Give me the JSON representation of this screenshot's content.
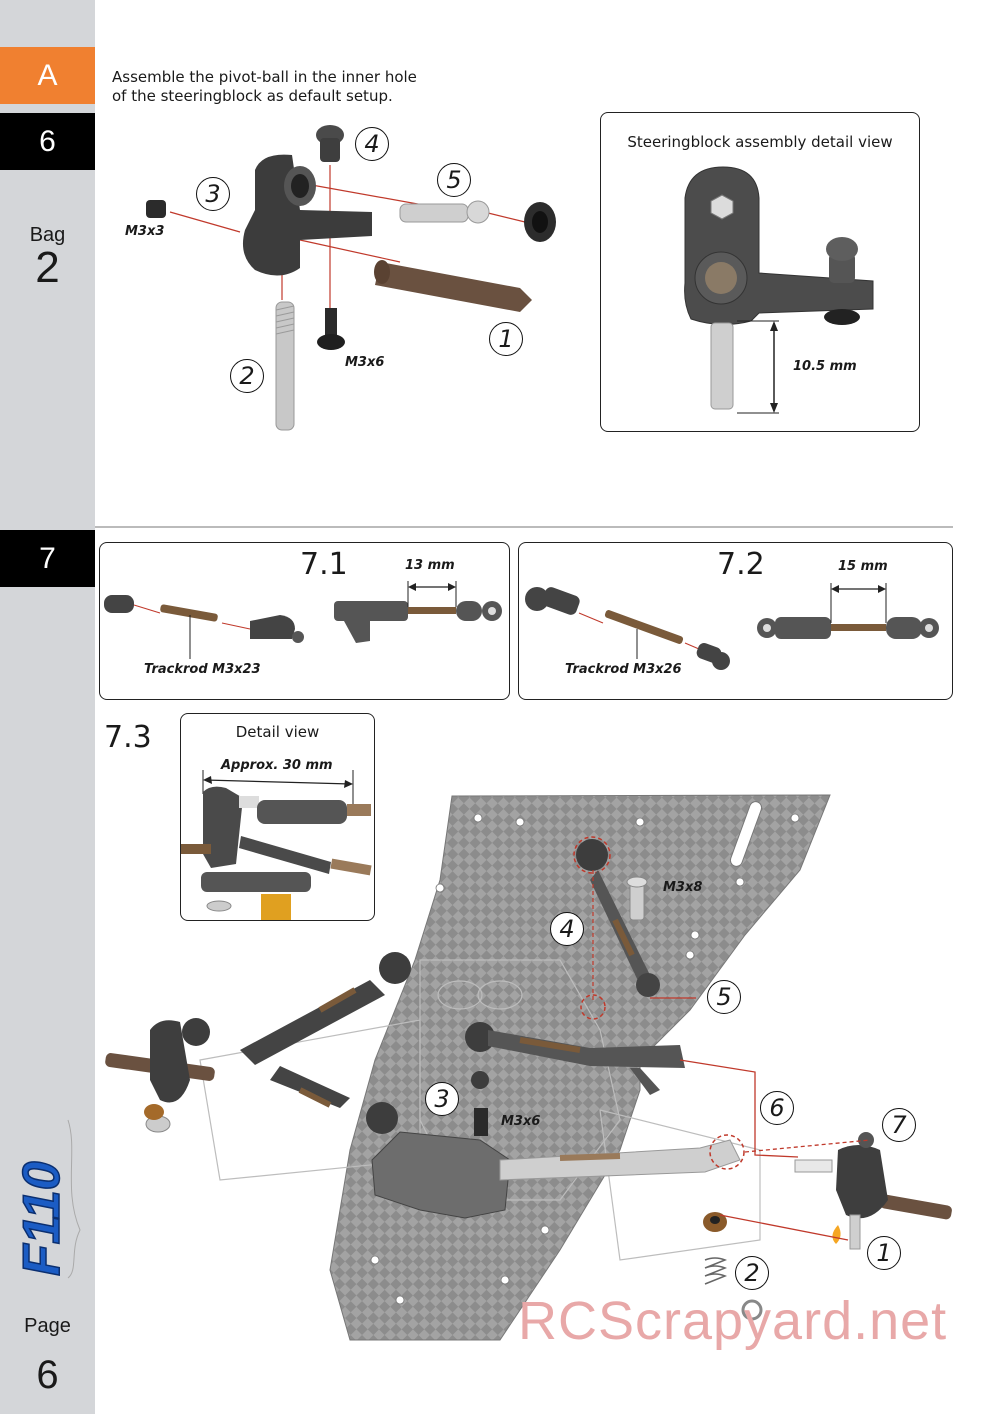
{
  "sidebar": {
    "section_letter": "A",
    "step_top": "6",
    "bag_label": "Bag",
    "bag_number": "2",
    "step_mid": "7",
    "page_label": "Page",
    "page_number": "6"
  },
  "step6": {
    "instruction_line1": "Assemble the pivot-ball in the inner hole",
    "instruction_line2": "of the  steeringblock as default setup.",
    "screw_m3x3": "M3x3",
    "screw_m3x6": "M3x6",
    "callouts": [
      "1",
      "2",
      "3",
      "4",
      "5"
    ],
    "detail_title": "Steeringblock assembly detail view",
    "detail_dimension": "10.5 mm"
  },
  "step7": {
    "sub1": {
      "label": "7.1",
      "dimension": "13 mm",
      "part": "Trackrod M3x23"
    },
    "sub2": {
      "label": "7.2",
      "dimension": "15 mm",
      "part": "Trackrod M3x26"
    },
    "sub3": {
      "label": "7.3",
      "detail_title": "Detail view",
      "detail_dimension": "Approx. 30 mm",
      "screw_m3x8": "M3x8",
      "screw_m3x6": "M3x6",
      "callouts": [
        "1",
        "2",
        "3",
        "4",
        "5",
        "6",
        "7"
      ]
    }
  },
  "watermark": "RCScrapyard.net",
  "colors": {
    "accent": "#f08030",
    "sidebar": "#d4d6d9",
    "tab_dark": "#000000",
    "carbon": "#9a9a9a",
    "metal_dark": "#4a4a4a",
    "brass": "#7a5a3a",
    "guide_red": "#c0392b"
  }
}
